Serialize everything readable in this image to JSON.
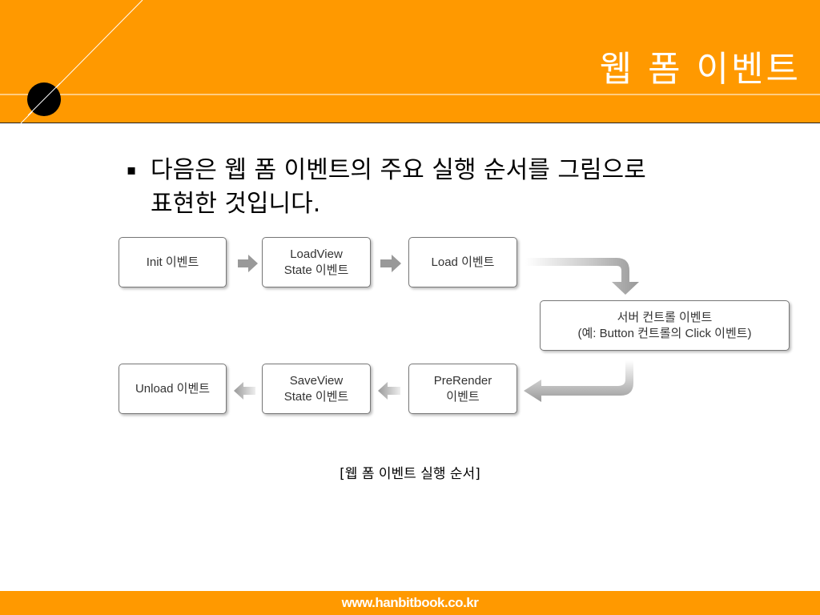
{
  "theme": {
    "accent": "#FF9900",
    "arrow_color": "#999999"
  },
  "title": "웹 폼 이벤트",
  "bullet": {
    "marker": "▪",
    "lines": [
      "다음은 웹 폼 이벤트의 주요 실행 순서를 그림으로",
      "표현한 것입니다."
    ]
  },
  "diagram": {
    "nodes": [
      {
        "id": "init",
        "lines": [
          "Init 이벤트"
        ]
      },
      {
        "id": "loadview",
        "lines": [
          "LoadView",
          "State 이벤트"
        ]
      },
      {
        "id": "load",
        "lines": [
          "Load 이벤트"
        ]
      },
      {
        "id": "server",
        "lines": [
          "서버 컨트롤 이벤트",
          "(예: Button 컨트롤의 Click 이벤트)"
        ]
      },
      {
        "id": "prerender",
        "lines": [
          "PreRender",
          "이벤트"
        ]
      },
      {
        "id": "saveview",
        "lines": [
          "SaveView",
          "State 이벤트"
        ]
      },
      {
        "id": "unload",
        "lines": [
          "Unload 이벤트"
        ]
      }
    ],
    "edges": [
      [
        "init",
        "loadview"
      ],
      [
        "loadview",
        "load"
      ],
      [
        "load",
        "server"
      ],
      [
        "server",
        "prerender"
      ],
      [
        "prerender",
        "saveview"
      ],
      [
        "saveview",
        "unload"
      ]
    ]
  },
  "caption": "[웹 폼 이벤트 실행 순서]",
  "footer": {
    "url": "www.hanbitbook.co.kr"
  }
}
